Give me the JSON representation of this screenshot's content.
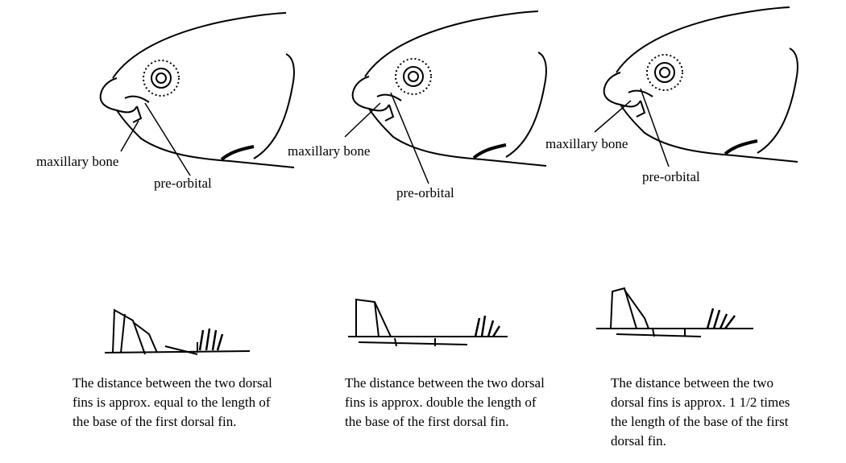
{
  "fish": [
    {
      "maxillary_label": "maxillary bone",
      "preorbital_label": "pre-orbital"
    },
    {
      "maxillary_label": "maxillary bone",
      "preorbital_label": "pre-orbital"
    },
    {
      "maxillary_label": "maxillary bone",
      "preorbital_label": "pre-orbital"
    }
  ],
  "captions": [
    {
      "lines": [
        "The distance between the two dorsal",
        "fins is approx. equal to the length of",
        "the base of the first dorsal fin."
      ]
    },
    {
      "lines": [
        "The distance between the two dorsal",
        "fins is approx. double the length of",
        "the base of the first dorsal fin."
      ]
    },
    {
      "lines": [
        "The distance between the two",
        "dorsal fins is approx. 1 1/2  times",
        "the length of the base of the first",
        "dorsal fin."
      ]
    }
  ]
}
